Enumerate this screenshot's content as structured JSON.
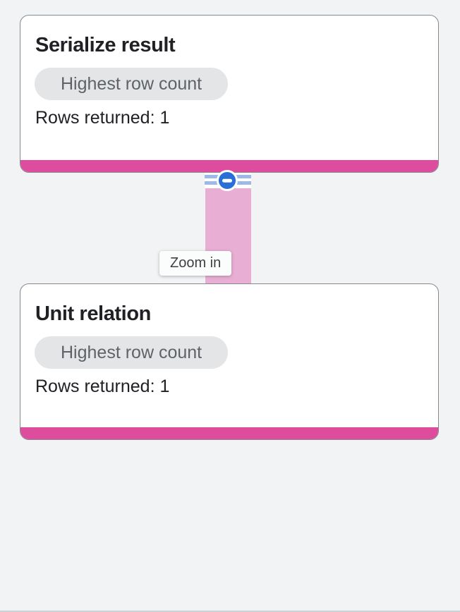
{
  "nodes": [
    {
      "title": "Serialize result",
      "badge": "Highest row count",
      "rows": "Rows returned: 1"
    },
    {
      "title": "Unit relation",
      "badge": "Highest row count",
      "rows": "Rows returned: 1"
    }
  ],
  "tooltip": {
    "label": "Zoom in"
  },
  "connector": {
    "icon": "minus-icon"
  },
  "colors": {
    "page_bg": "#f1f3f4",
    "accent_pink": "#de4d9d",
    "connector_pink": "#e9aed3",
    "stripe_blue": "#9db9ea",
    "button_blue": "#2a6fd5",
    "badge_bg": "#e4e5e7",
    "badge_text": "#5f6368",
    "card_border": "#85898d",
    "text_primary": "#202124",
    "tooltip_text": "#3c4043"
  }
}
